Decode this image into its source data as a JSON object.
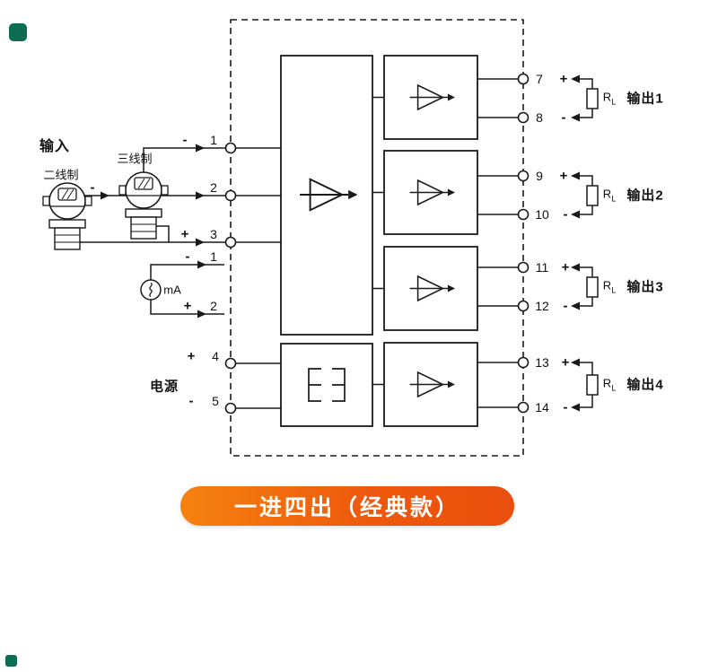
{
  "banner": {
    "text": "一进四出（经典款）"
  },
  "input": {
    "title": "输入",
    "two_wire": "二线制",
    "three_wire": "三线制",
    "two_wire_minus": "-",
    "ma": "mA",
    "power": "电源",
    "terminals": {
      "t1": {
        "sign": "-",
        "num": "1"
      },
      "t2": {
        "num": "2"
      },
      "t3": {
        "sign": "+",
        "num": "3"
      },
      "ma1": {
        "sign": "-",
        "num": "1"
      },
      "ma2": {
        "sign": "+",
        "num": "2"
      },
      "p4": {
        "sign": "+",
        "num": "4"
      },
      "p5": {
        "sign": "-",
        "num": "5"
      }
    }
  },
  "outputs": {
    "rl_base": "R",
    "rl_sub": "L",
    "groups": [
      {
        "label": "输出1",
        "t_top": {
          "num": "7",
          "sign": "+"
        },
        "t_bot": {
          "num": "8",
          "sign": "-"
        }
      },
      {
        "label": "输出2",
        "t_top": {
          "num": "9",
          "sign": "+"
        },
        "t_bot": {
          "num": "10",
          "sign": "-"
        }
      },
      {
        "label": "输出3",
        "t_top": {
          "num": "11",
          "sign": "+"
        },
        "t_bot": {
          "num": "12",
          "sign": "-"
        }
      },
      {
        "label": "输出4",
        "t_top": {
          "num": "13",
          "sign": "+"
        },
        "t_bot": {
          "num": "14",
          "sign": "-"
        }
      }
    ]
  },
  "colors": {
    "line": "#1a1a1a",
    "banner_start": "#f5820f",
    "banner_end": "#e94e0c",
    "logo": "#0e6b54"
  }
}
